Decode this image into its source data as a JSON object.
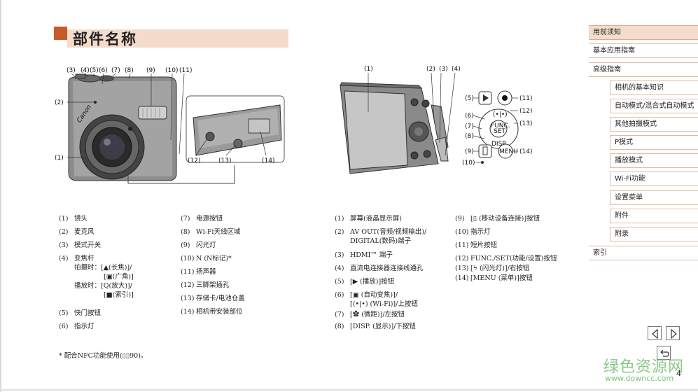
{
  "page_title": "部件名称",
  "page_number": "4",
  "left_callouts": {
    "top": [
      "(3)",
      "(4)",
      "(5)",
      "(6)",
      "(7)",
      "(8)",
      "(9)",
      "(10)",
      "(11)"
    ],
    "c2": "(2)",
    "c1": "(1)",
    "c12": "(12)",
    "c13": "(13)",
    "c14": "(14)"
  },
  "right_callouts": {
    "c1": "(1)",
    "c2": "(2)",
    "c3": "(3)",
    "c4": "(4)",
    "c5": "(5)",
    "c6": "(6)",
    "c7": "(7)",
    "c8": "(8)",
    "c9": "(9)",
    "c10": "(10)",
    "c11": "(11)",
    "c12": "(12)",
    "c13": "(13)",
    "c14": "(14)"
  },
  "camera_text": {
    "canon": "Canon",
    "func": "FUNC.",
    "set": "SET",
    "disp": "DISP.",
    "menu": "MENU",
    "wifi": "(•|•)"
  },
  "list_front_a": [
    {
      "num": "(1)",
      "text": "镜头"
    },
    {
      "num": "(2)",
      "text": "麦克风"
    },
    {
      "num": "(3)",
      "text": "模式开关"
    },
    {
      "num": "(4)",
      "text": "变焦杆",
      "sub": [
        "拍摄时：[▲(长焦)]/",
        "[▣(广角)]",
        "播放时：[Q(放大)]/",
        "[■(索引)]"
      ]
    },
    {
      "num": "(5)",
      "text": "快门按钮"
    },
    {
      "num": "(6)",
      "text": "指示灯"
    }
  ],
  "list_front_b": [
    {
      "num": "(7)",
      "text": "电源按钮"
    },
    {
      "num": "(8)",
      "text": "Wi-Fi天线区域"
    },
    {
      "num": "(9)",
      "text": "闪光灯"
    },
    {
      "num": "(10)",
      "text": "N (N标记)*"
    },
    {
      "num": "(11)",
      "text": "扬声器"
    },
    {
      "num": "(12)",
      "text": "三脚架插孔"
    },
    {
      "num": "(13)",
      "text": "存储卡/电池仓盖"
    },
    {
      "num": "(14)",
      "text": "相机带安装部位"
    }
  ],
  "list_back_a": [
    {
      "num": "(1)",
      "text": "屏幕(液晶显示屏)"
    },
    {
      "num": "(2)",
      "text": "AV OUT(音频/视频输出)/",
      "sub": [
        "DIGITAL(数码)端子"
      ]
    },
    {
      "num": "(3)",
      "text": "HDMI™ 端子"
    },
    {
      "num": "(4)",
      "text": "直流电连接器连接线通孔"
    },
    {
      "num": "(5)",
      "text": "[▶ (播放)]按钮"
    },
    {
      "num": "(6)",
      "text": "[▣ (自动变焦)]/",
      "sub": [
        "[(•|•) (Wi-Fi)]/上按钮"
      ]
    },
    {
      "num": "(7)",
      "text": "[✿ (微距)]/左按钮"
    },
    {
      "num": "(8)",
      "text": "[DISP. (显示)]/下按钮"
    }
  ],
  "list_back_b": [
    {
      "num": "(9)",
      "text": "[▯ (移动设备连接)]按钮"
    },
    {
      "num": "(10)",
      "text": "指示灯"
    },
    {
      "num": "(11)",
      "text": "短片按钮"
    },
    {
      "num": "(12)",
      "text": "FUNC./SET(功能/设置)按钮"
    },
    {
      "num": "(13)",
      "text": "[ϟ (闪光灯)]/右按钮"
    },
    {
      "num": "(14)",
      "text": "[MENU (菜单)]按钮"
    }
  ],
  "footnote": "* 配合NFC功能使用(▯▯90)。",
  "sidebar": [
    {
      "label": "用前须知",
      "level": "top",
      "active": true
    },
    {
      "label": "基本应用指南",
      "level": "top",
      "active": false
    },
    {
      "label": "高级指南",
      "level": "top",
      "active": false
    },
    {
      "label": "相机的基本知识",
      "level": "sub",
      "active": false
    },
    {
      "label": "自动模式/混合式自动模式",
      "level": "sub",
      "active": false
    },
    {
      "label": "其他拍摄模式",
      "level": "sub",
      "active": false
    },
    {
      "label": "P模式",
      "level": "sub",
      "active": false
    },
    {
      "label": "播放模式",
      "level": "sub",
      "active": false
    },
    {
      "label": "Wi-Fi功能",
      "level": "sub",
      "active": false
    },
    {
      "label": "设置菜单",
      "level": "sub",
      "active": false
    },
    {
      "label": "附件",
      "level": "sub",
      "active": false
    },
    {
      "label": "附录",
      "level": "sub",
      "active": false
    },
    {
      "label": "索引",
      "level": "top",
      "active": false
    }
  ],
  "watermark": {
    "text": "绿色资源网",
    "url": "www.downcc.com"
  },
  "colors": {
    "accent": "#c85a2a",
    "accent_light": "#f3dccb",
    "sidebar_border": "#e2b9a3",
    "watermark": "#7cc47a"
  }
}
